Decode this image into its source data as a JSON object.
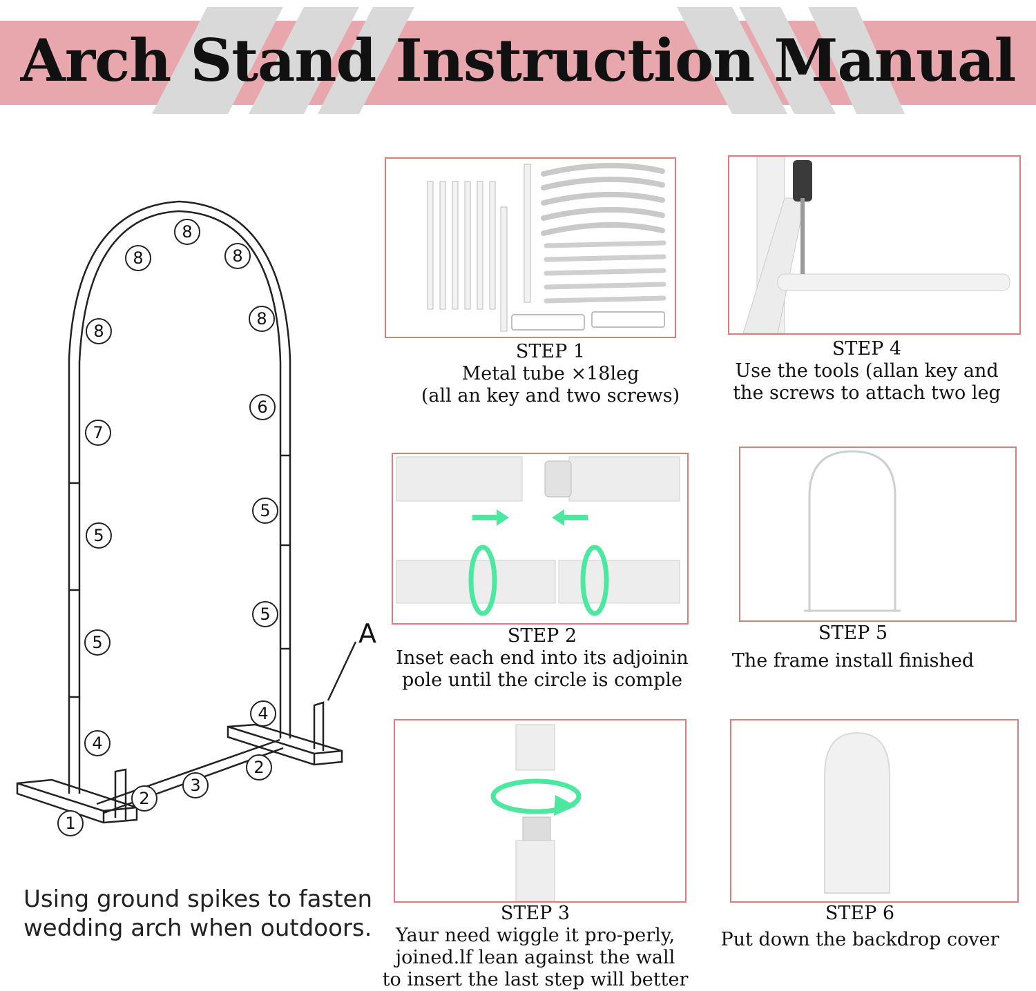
{
  "title": "Arch Stand Instruction Manual",
  "colors": {
    "banner": "#e8a7ad",
    "stripe": "#d9d9d9",
    "frame_border": "#e07b7b",
    "arrow_green": "#4de8a0"
  },
  "diagram": {
    "part_labels": [
      "8",
      "8",
      "8",
      "8",
      "8",
      "7",
      "6",
      "5",
      "5",
      "5",
      "5",
      "4",
      "4",
      "2",
      "2",
      "3",
      "1"
    ],
    "spike_label": "A"
  },
  "ground_note": {
    "line1": "Using ground spikes to fasten",
    "line2": "wedding arch when outdoors."
  },
  "steps": [
    {
      "id": "step1",
      "title": "STEP 1",
      "lines": [
        "Metal tube ×18leg",
        "(all an key and two screws)"
      ]
    },
    {
      "id": "step4",
      "title": "STEP 4",
      "lines": [
        "Use the tools (allan key and",
        "the screws to attach two leg"
      ]
    },
    {
      "id": "step2",
      "title": "STEP 2",
      "lines": [
        "Inset each end into its adjoinin",
        "pole until the circle is comple"
      ]
    },
    {
      "id": "step5",
      "title": "STEP 5",
      "lines": [
        "The frame install finished"
      ]
    },
    {
      "id": "step3",
      "title": "STEP 3",
      "lines": [
        "Yaur need wiggle it pro-perly,",
        "joined.lf lean against the wall",
        "to insert the last step will better"
      ]
    },
    {
      "id": "step6",
      "title": "STEP 6",
      "lines": [
        "Put down the backdrop cover"
      ]
    }
  ]
}
